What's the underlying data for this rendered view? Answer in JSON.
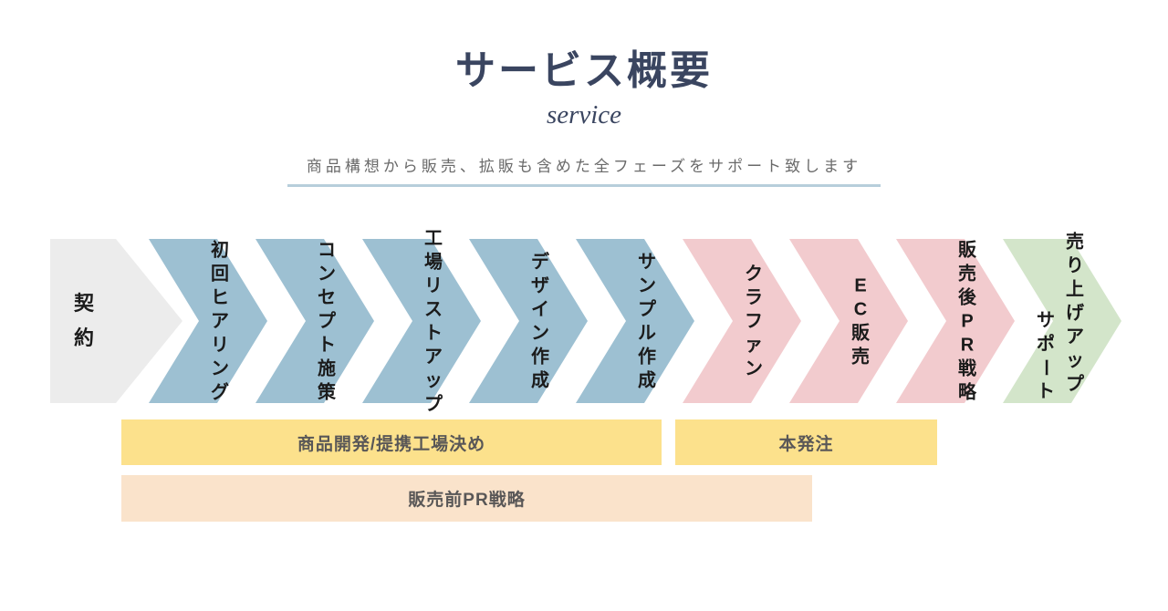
{
  "header": {
    "title": "サービス概要",
    "subtitle": "service",
    "description": "商品構想から販売、拡販も含めた全フェーズをサポート致します"
  },
  "flow": {
    "steps": [
      {
        "label": "契約",
        "shape": "pentagon",
        "color": "#ececec"
      },
      {
        "label": "初回ヒアリング",
        "shape": "chevron",
        "color": "#9dc0d2"
      },
      {
        "label": "コンセプト施策",
        "shape": "chevron",
        "color": "#9dc0d2"
      },
      {
        "label": "工場リストアップ",
        "shape": "chevron",
        "color": "#9dc0d2"
      },
      {
        "label": "デザイン作成",
        "shape": "chevron",
        "color": "#9dc0d2"
      },
      {
        "label": "サンプル作成",
        "shape": "chevron",
        "color": "#9dc0d2"
      },
      {
        "label": "クラファン",
        "shape": "chevron",
        "color": "#f2cbce"
      },
      {
        "label": "EC販売",
        "shape": "chevron",
        "color": "#f2cbce"
      },
      {
        "label": "販売後PR戦略",
        "shape": "chevron",
        "color": "#f2cbce"
      },
      {
        "label": "売り上げアップ",
        "label2": "サポート",
        "shape": "chevron",
        "color": "#d3e5ca"
      }
    ]
  },
  "phases": [
    {
      "label": "商品開発/提携工場決め",
      "color": "#fce18c"
    },
    {
      "label": "本発注",
      "color": "#fce18c"
    },
    {
      "label": "販売前PR戦略",
      "color": "#fae3cb"
    }
  ],
  "colors": {
    "title_navy": "#3a4560",
    "description_gray": "#6a6a6a",
    "underline_blue": "#b7cedb",
    "step_label_text": "#1b1b1b",
    "bar_text": "#595757",
    "blue_phase": "#9dc0d2",
    "pink_phase": "#f2cbce",
    "green_phase": "#d3e5ca",
    "gray_start": "#ececec"
  }
}
